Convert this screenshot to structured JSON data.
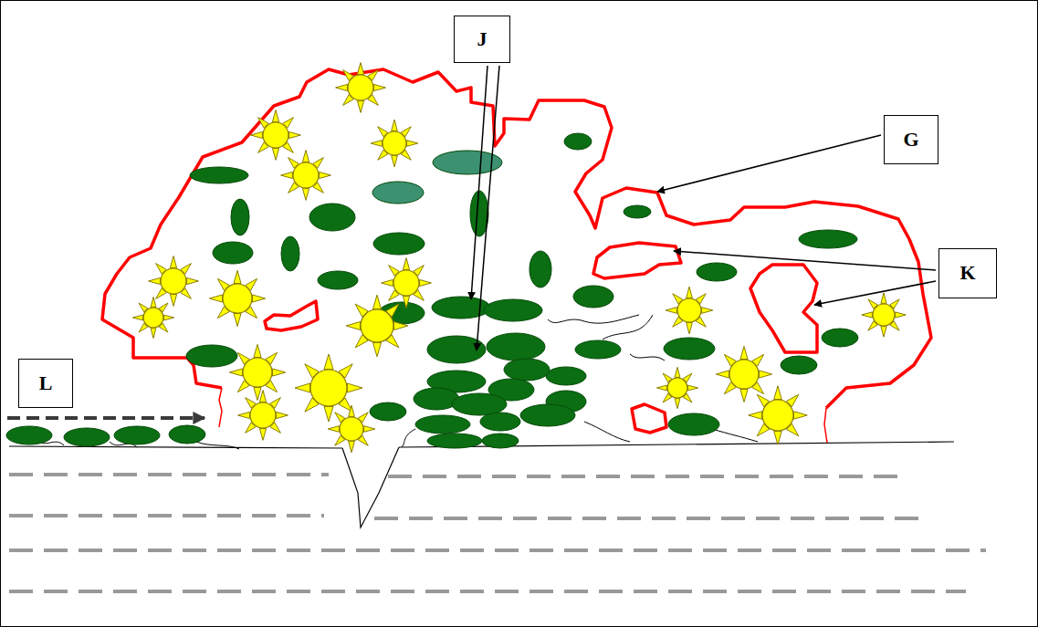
{
  "diagram": {
    "nodes": [
      {
        "text": [
          "J"
        ]
      },
      {
        "text": [
          "G"
        ]
      },
      {
        "text": [
          "K"
        ]
      },
      {
        "text": [
          "L"
        ]
      }
    ]
  }
}
